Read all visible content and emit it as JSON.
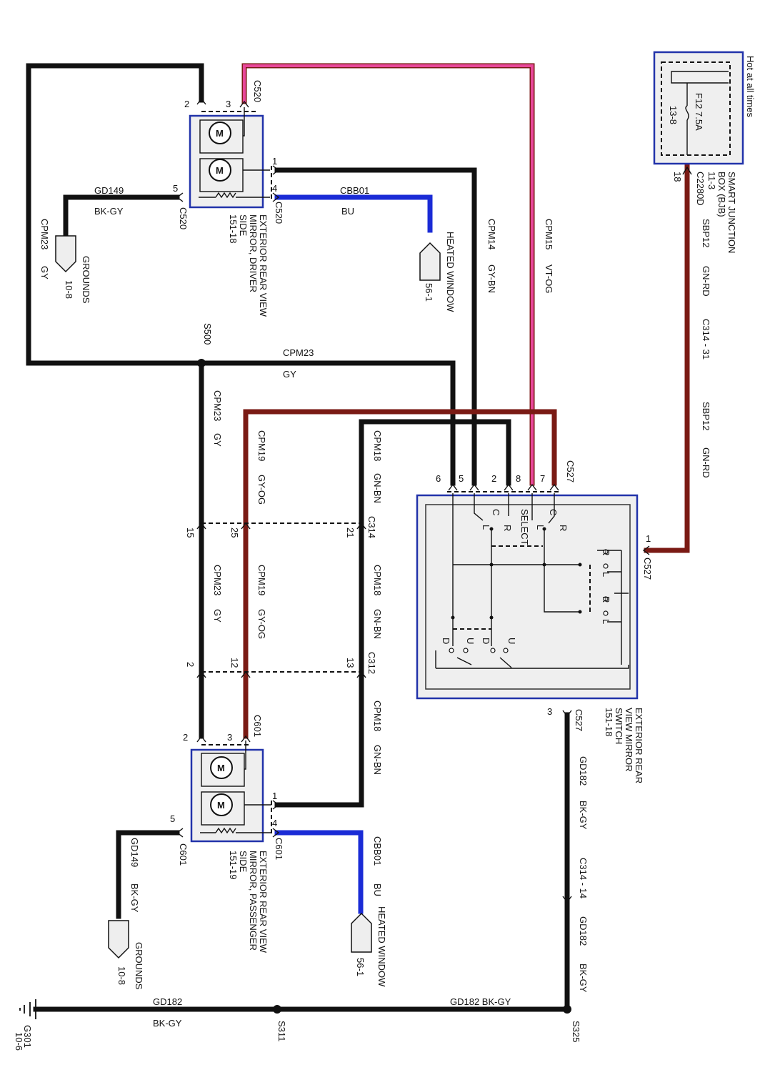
{
  "bjb": {
    "hot": "Hot at all times",
    "fuse": "F12  7.5A",
    "fuse_ref": "13-8",
    "name": [
      "SMART JUNCTION",
      "BOX (BJB)",
      "11-3"
    ],
    "pin": "18",
    "conn": "C2280D"
  },
  "wire_labels": {
    "sbp12_top": "SBP12",
    "sbp12_top_color": "GN-RD",
    "c314_31": "C314 - 31",
    "sbp12_low": "SBP12",
    "sbp12_low_color": "GN-RD",
    "cpm15": "CPM15",
    "cpm15_color": "VT-OG",
    "cpm14": "CPM14",
    "cpm14_color": "GY-BN",
    "cbb01_top": "CBB01",
    "bu_top": "BU",
    "gd149_top": "GD149",
    "bkgy_top": "BK-GY",
    "cpm23_left": "CPM23",
    "gy_left": "GY",
    "cpm23_h": "CPM23",
    "gy_h": "GY",
    "cpm23_v1": "CPM23",
    "gy_v1": "GY",
    "cpm19_v1": "CPM19",
    "gyog_v1": "GY-OG",
    "cpm18_v1": "CPM18",
    "gnbn_v1": "GN-BN",
    "cpm23_v2": "CPM23",
    "gy_v2": "GY",
    "cpm19_v2": "CPM19",
    "gyog_v2": "GY-OG",
    "cpm18_v2": "CPM18",
    "gnbn_v2": "GN-BN",
    "cpm18_v3": "CPM18",
    "gnbn_v3": "GN-BN",
    "gd182_v1": "GD182",
    "bkgy_v1": "BK-GY",
    "c314_14": "C314 - 14",
    "gd182_v2": "GD182",
    "bkgy_v2": "BK-GY",
    "gd182_h1": "GD182  BK-GY",
    "gd182_h2": "GD182",
    "bkgy_h2": "BK-GY",
    "cbb01_bot": "CBB01",
    "bu_bot": "BU",
    "gd149_bot": "GD149",
    "bkgy_bot": "BK-GY"
  },
  "connectors": {
    "c520_a": "C520",
    "c520_b": "C520",
    "c520_c": "C520",
    "c527_top": "C527",
    "c527_right": "C527",
    "c527_bot": "C527",
    "c314": "C314",
    "c312": "C312",
    "c601_a": "C601",
    "c601_b": "C601",
    "c601_c": "C601"
  },
  "pins": {
    "driver": [
      "2",
      "3",
      "1",
      "4",
      "5"
    ],
    "switch_top": [
      "6",
      "5",
      "2",
      "8",
      "7"
    ],
    "switch_right": "1",
    "switch_bot": "3",
    "c314": [
      "15",
      "25",
      "21"
    ],
    "c312": [
      "2",
      "12",
      "13"
    ],
    "pass": [
      "2",
      "3",
      "1",
      "4",
      "5"
    ]
  },
  "splices": {
    "s500": "S500",
    "s311": "S311",
    "s325": "S325"
  },
  "components": {
    "driver_mirror": [
      "EXTERIOR REAR VIEW",
      "MIRROR, DRIVER",
      "SIDE",
      "151-18"
    ],
    "pass_mirror": [
      "EXTERIOR REAR VIEW",
      "MIRROR, PASSENGER",
      "SIDE",
      "151-19"
    ],
    "switch": [
      "EXTERIOR REAR",
      "VIEW MIRROR",
      "SWITCH",
      "151-18"
    ],
    "grounds_top": [
      "GROUNDS",
      "10-8"
    ],
    "grounds_bot": [
      "GROUNDS",
      "10-8"
    ],
    "heated_top": [
      "HEATED WINDOW",
      "56-1"
    ],
    "heated_bot": [
      "HEATED WINDOW",
      "56-1"
    ],
    "g301": [
      "G301",
      "10-6"
    ]
  },
  "motor_label": "M",
  "switch_labels": {
    "c1": "C",
    "l1": "L",
    "r1": "R",
    "select": "SELECT",
    "c2": "C",
    "l2": "L",
    "r2": "R",
    "rA": "R",
    "lA": "L",
    "rB": "R",
    "lB": "L",
    "d1": "D",
    "u1": "U",
    "d2": "D",
    "u2": "U"
  },
  "colors": {
    "wire": "#111111",
    "gn_rd": "#7a1a14",
    "blue": "#1a2bd6",
    "pink": "#e8479a",
    "component_border": "#2233aa"
  }
}
